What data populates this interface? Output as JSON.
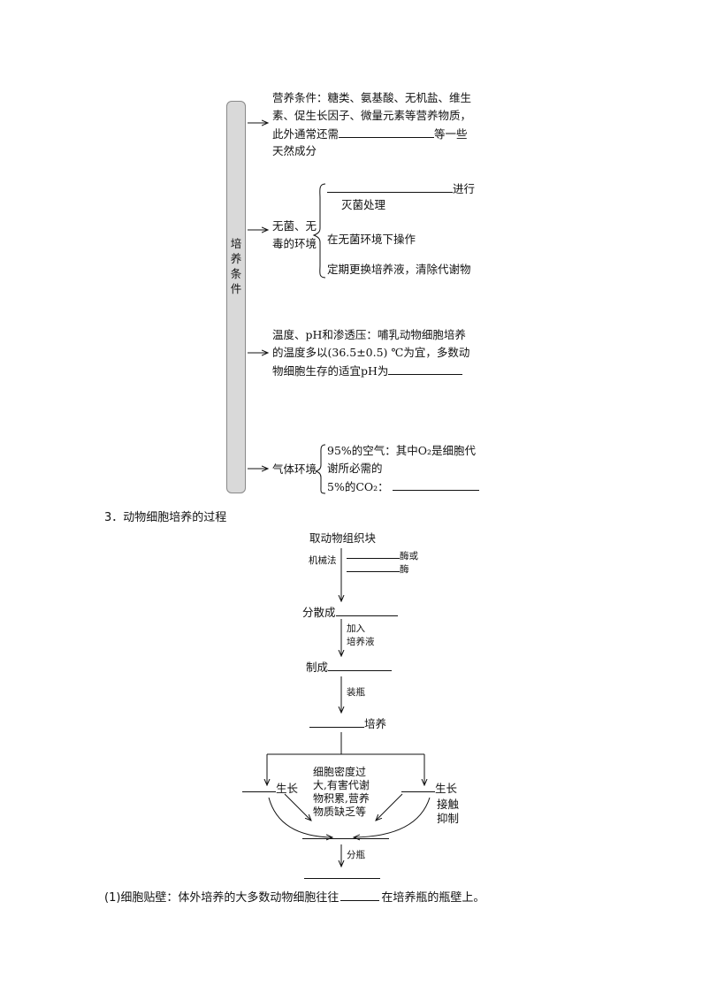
{
  "culture_conditions": {
    "title": "培养条件",
    "nutrition": {
      "line1": "营养条件：糖类、氨基酸、无机盐、维生",
      "line2": "素、促生长因子、微量元素等营养物质，",
      "line3_before": "此外通常还需",
      "line3_after": "等一些",
      "line4": "天然成分"
    },
    "sterile": {
      "label_line1": "无菌、无",
      "label_line2": "毒的环境",
      "item1_after": "进行",
      "item1_line2": "灭菌处理",
      "item2": "在无菌环境下操作",
      "item3": "定期更换培养液，清除代谢物"
    },
    "temperature": {
      "line1": "温度、pH和渗透压：哺乳动物细胞培养",
      "line2": "的温度多以(36.5±0.5) ℃为宜，多数动",
      "line3_before": "物细胞生存的适宜pH为"
    },
    "gas": {
      "label": "气体环境",
      "item1_line1": "95%的空气：其中O₂是细胞代",
      "item1_line2": "谢所必需的",
      "item2_before": "5%的CO₂："
    }
  },
  "section3": {
    "heading": "3．动物细胞培养的过程"
  },
  "flow": {
    "start": "取动物组织块",
    "mechanical": "机械法",
    "enzyme1": "酶或",
    "enzyme2": "酶",
    "disperse": "分散成",
    "add_label_1": "加入",
    "add_label_2": "培养液",
    "make": "制成",
    "bottle": "装瓶",
    "culture": "培养",
    "left_growth": "生长",
    "right_growth": "生长",
    "middle_reason_1": "细胞密度过",
    "middle_reason_2": "大,有害代谢",
    "middle_reason_3": "物积累,营养",
    "middle_reason_4": "物质缺乏等",
    "contact_1": "接触",
    "contact_2": "抑制",
    "split": "分瓶"
  },
  "question1": {
    "before": "(1)细胞贴壁：体外培养的大多数动物细胞往往",
    "after": "在培养瓶的瓶壁上。"
  }
}
